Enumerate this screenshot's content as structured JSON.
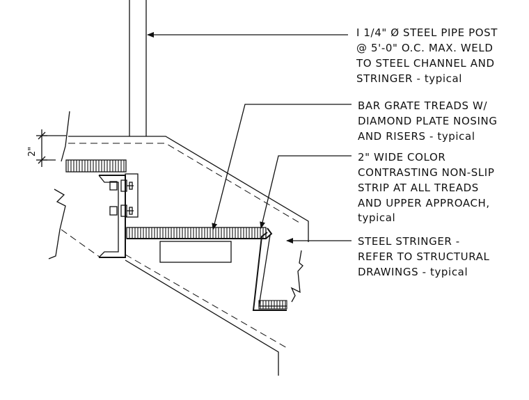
{
  "annotations": {
    "post": {
      "lines": [
        "I  1/4\" Ø STEEL PIPE POST",
        "@ 5'-0\" O.C. MAX. WELD",
        "TO STEEL CHANNEL AND",
        "STRINGER - typical"
      ]
    },
    "treads": {
      "lines": [
        "BAR GRATE TREADS W/",
        "DIAMOND PLATE NOSING",
        "AND RISERS - typical"
      ]
    },
    "strip": {
      "lines": [
        "2\" WIDE COLOR",
        "CONTRASTING NON-SLIP",
        "STRIP AT ALL TREADS",
        "AND UPPER APPROACH,",
        "typical"
      ]
    },
    "stringer": {
      "lines": [
        "STEEL STRINGER -",
        "REFER TO STRUCTURAL",
        "DRAWINGS - typical"
      ]
    }
  },
  "dimension": {
    "label": "2\""
  }
}
